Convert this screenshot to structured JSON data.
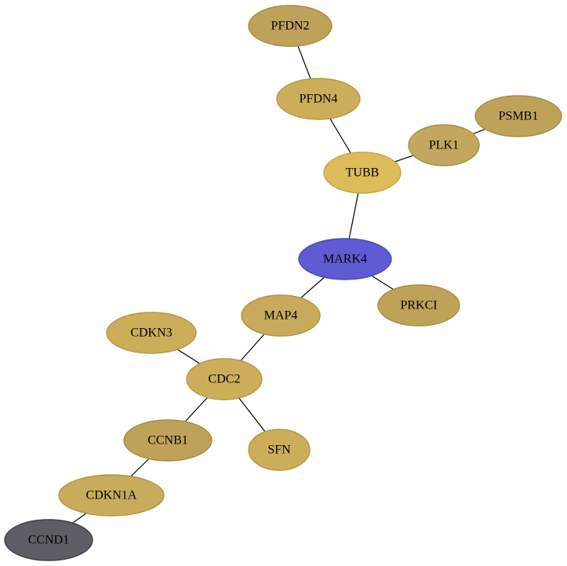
{
  "network": {
    "nodes": [
      {
        "id": "PFDN2",
        "label": "PFDN2",
        "fill": "#bfa25a",
        "stroke": "#a88c40"
      },
      {
        "id": "PFDN4",
        "label": "PFDN4",
        "fill": "#ccae5a",
        "stroke": "#b8983e"
      },
      {
        "id": "PSMB1",
        "label": "PSMB1",
        "fill": "#bfa25a",
        "stroke": "#a88c40"
      },
      {
        "id": "PLK1",
        "label": "PLK1",
        "fill": "#c2a85e",
        "stroke": "#aa9042"
      },
      {
        "id": "TUBB",
        "label": "TUBB",
        "fill": "#dcbc5a",
        "stroke": "#c8a640"
      },
      {
        "id": "MARK4",
        "label": "MARK4",
        "fill": "#5f5bd3",
        "stroke": "#4a46b8"
      },
      {
        "id": "PRKCI",
        "label": "PRKCI",
        "fill": "#bfa25a",
        "stroke": "#a88c40"
      },
      {
        "id": "MAP4",
        "label": "MAP4",
        "fill": "#c8aa5c",
        "stroke": "#b2943e"
      },
      {
        "id": "CDKN3",
        "label": "CDKN3",
        "fill": "#ccae5a",
        "stroke": "#b8983e"
      },
      {
        "id": "CDC2",
        "label": "CDC2",
        "fill": "#ccae5a",
        "stroke": "#b8983e"
      },
      {
        "id": "CCNB1",
        "label": "CCNB1",
        "fill": "#bfa25a",
        "stroke": "#a88c40"
      },
      {
        "id": "SFN",
        "label": "SFN",
        "fill": "#ccae5a",
        "stroke": "#b8983e"
      },
      {
        "id": "CDKN1A",
        "label": "CDKN1A",
        "fill": "#c8ac5c",
        "stroke": "#b2943e"
      },
      {
        "id": "CCND1",
        "label": "CCND1",
        "fill": "#5d5d66",
        "stroke": "#3e3e46"
      }
    ],
    "edges": [
      [
        "PFDN2",
        "PFDN4"
      ],
      [
        "PFDN4",
        "TUBB"
      ],
      [
        "PSMB1",
        "PLK1"
      ],
      [
        "PLK1",
        "TUBB"
      ],
      [
        "TUBB",
        "MARK4"
      ],
      [
        "MARK4",
        "PRKCI"
      ],
      [
        "MARK4",
        "MAP4"
      ],
      [
        "MAP4",
        "CDC2"
      ],
      [
        "CDKN3",
        "CDC2"
      ],
      [
        "CDC2",
        "CCNB1"
      ],
      [
        "CDC2",
        "SFN"
      ],
      [
        "CCNB1",
        "CDKN1A"
      ],
      [
        "CDKN1A",
        "CCND1"
      ]
    ]
  }
}
